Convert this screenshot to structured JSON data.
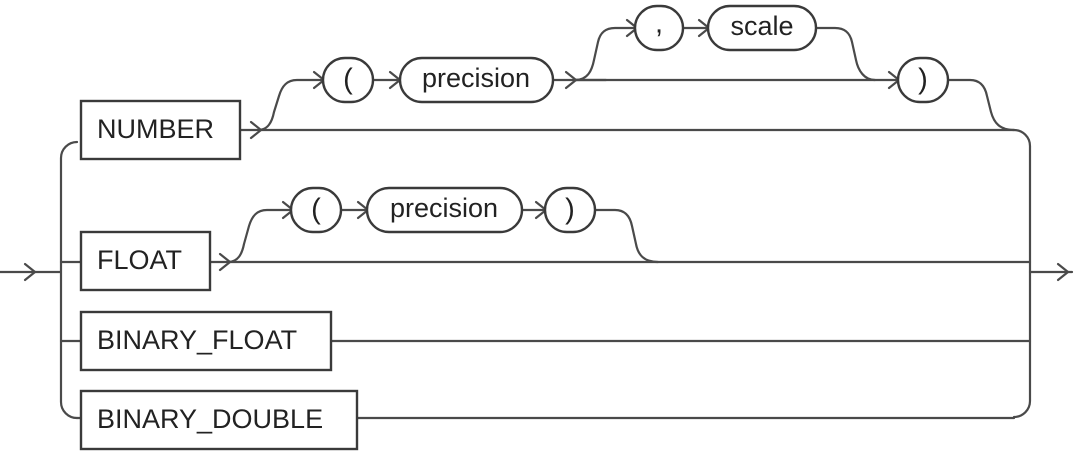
{
  "diagram": {
    "keywords": {
      "number": "NUMBER",
      "float": "FLOAT",
      "binary_float": "BINARY_FLOAT",
      "binary_double": "BINARY_DOUBLE"
    },
    "number_params": {
      "open_paren": "(",
      "precision": "precision",
      "comma": ",",
      "scale": "scale",
      "close_paren": ")"
    },
    "float_params": {
      "open_paren": "(",
      "precision": "precision",
      "close_paren": ")"
    }
  }
}
